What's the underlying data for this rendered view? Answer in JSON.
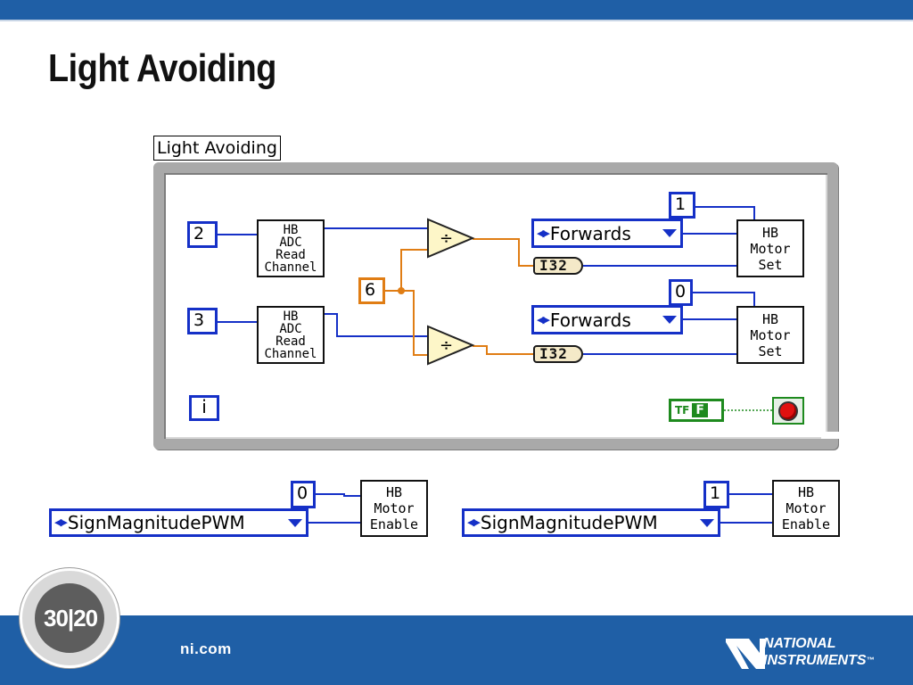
{
  "slide": {
    "title": "Light Avoiding",
    "footer_url": "ni.com",
    "badge_text": "30|20",
    "ni_logo_lines": [
      "NATIONAL",
      "INSTRUMENTS"
    ],
    "ni_trademark": "™"
  },
  "diagram": {
    "loop_label": "Light Avoiding",
    "constants": {
      "ch_a": "2",
      "ch_b": "3",
      "divisor": "6",
      "motor_top": "1",
      "motor_bottom": "0",
      "enable_left": "0",
      "enable_right": "1"
    },
    "subvis": {
      "adc_read": [
        "HB",
        "ADC",
        "Read",
        "Channel"
      ],
      "motor_set": [
        "HB",
        "Motor",
        "Set"
      ],
      "motor_enable": [
        "HB",
        "Motor",
        "Enable"
      ]
    },
    "rings": {
      "direction": "Forwards",
      "pwm_mode": "SignMagnitudePWM"
    },
    "conversion_label": "I32",
    "boolean_tf": "TF",
    "boolean_false": "F",
    "iteration_label": "i",
    "colors": {
      "wire_numeric": "#1530c7",
      "wire_float": "#e07d14",
      "wire_boolean": "#1e8a1e",
      "frame": "#a9a9a9",
      "slide_bar": "#1f5fa6"
    }
  }
}
